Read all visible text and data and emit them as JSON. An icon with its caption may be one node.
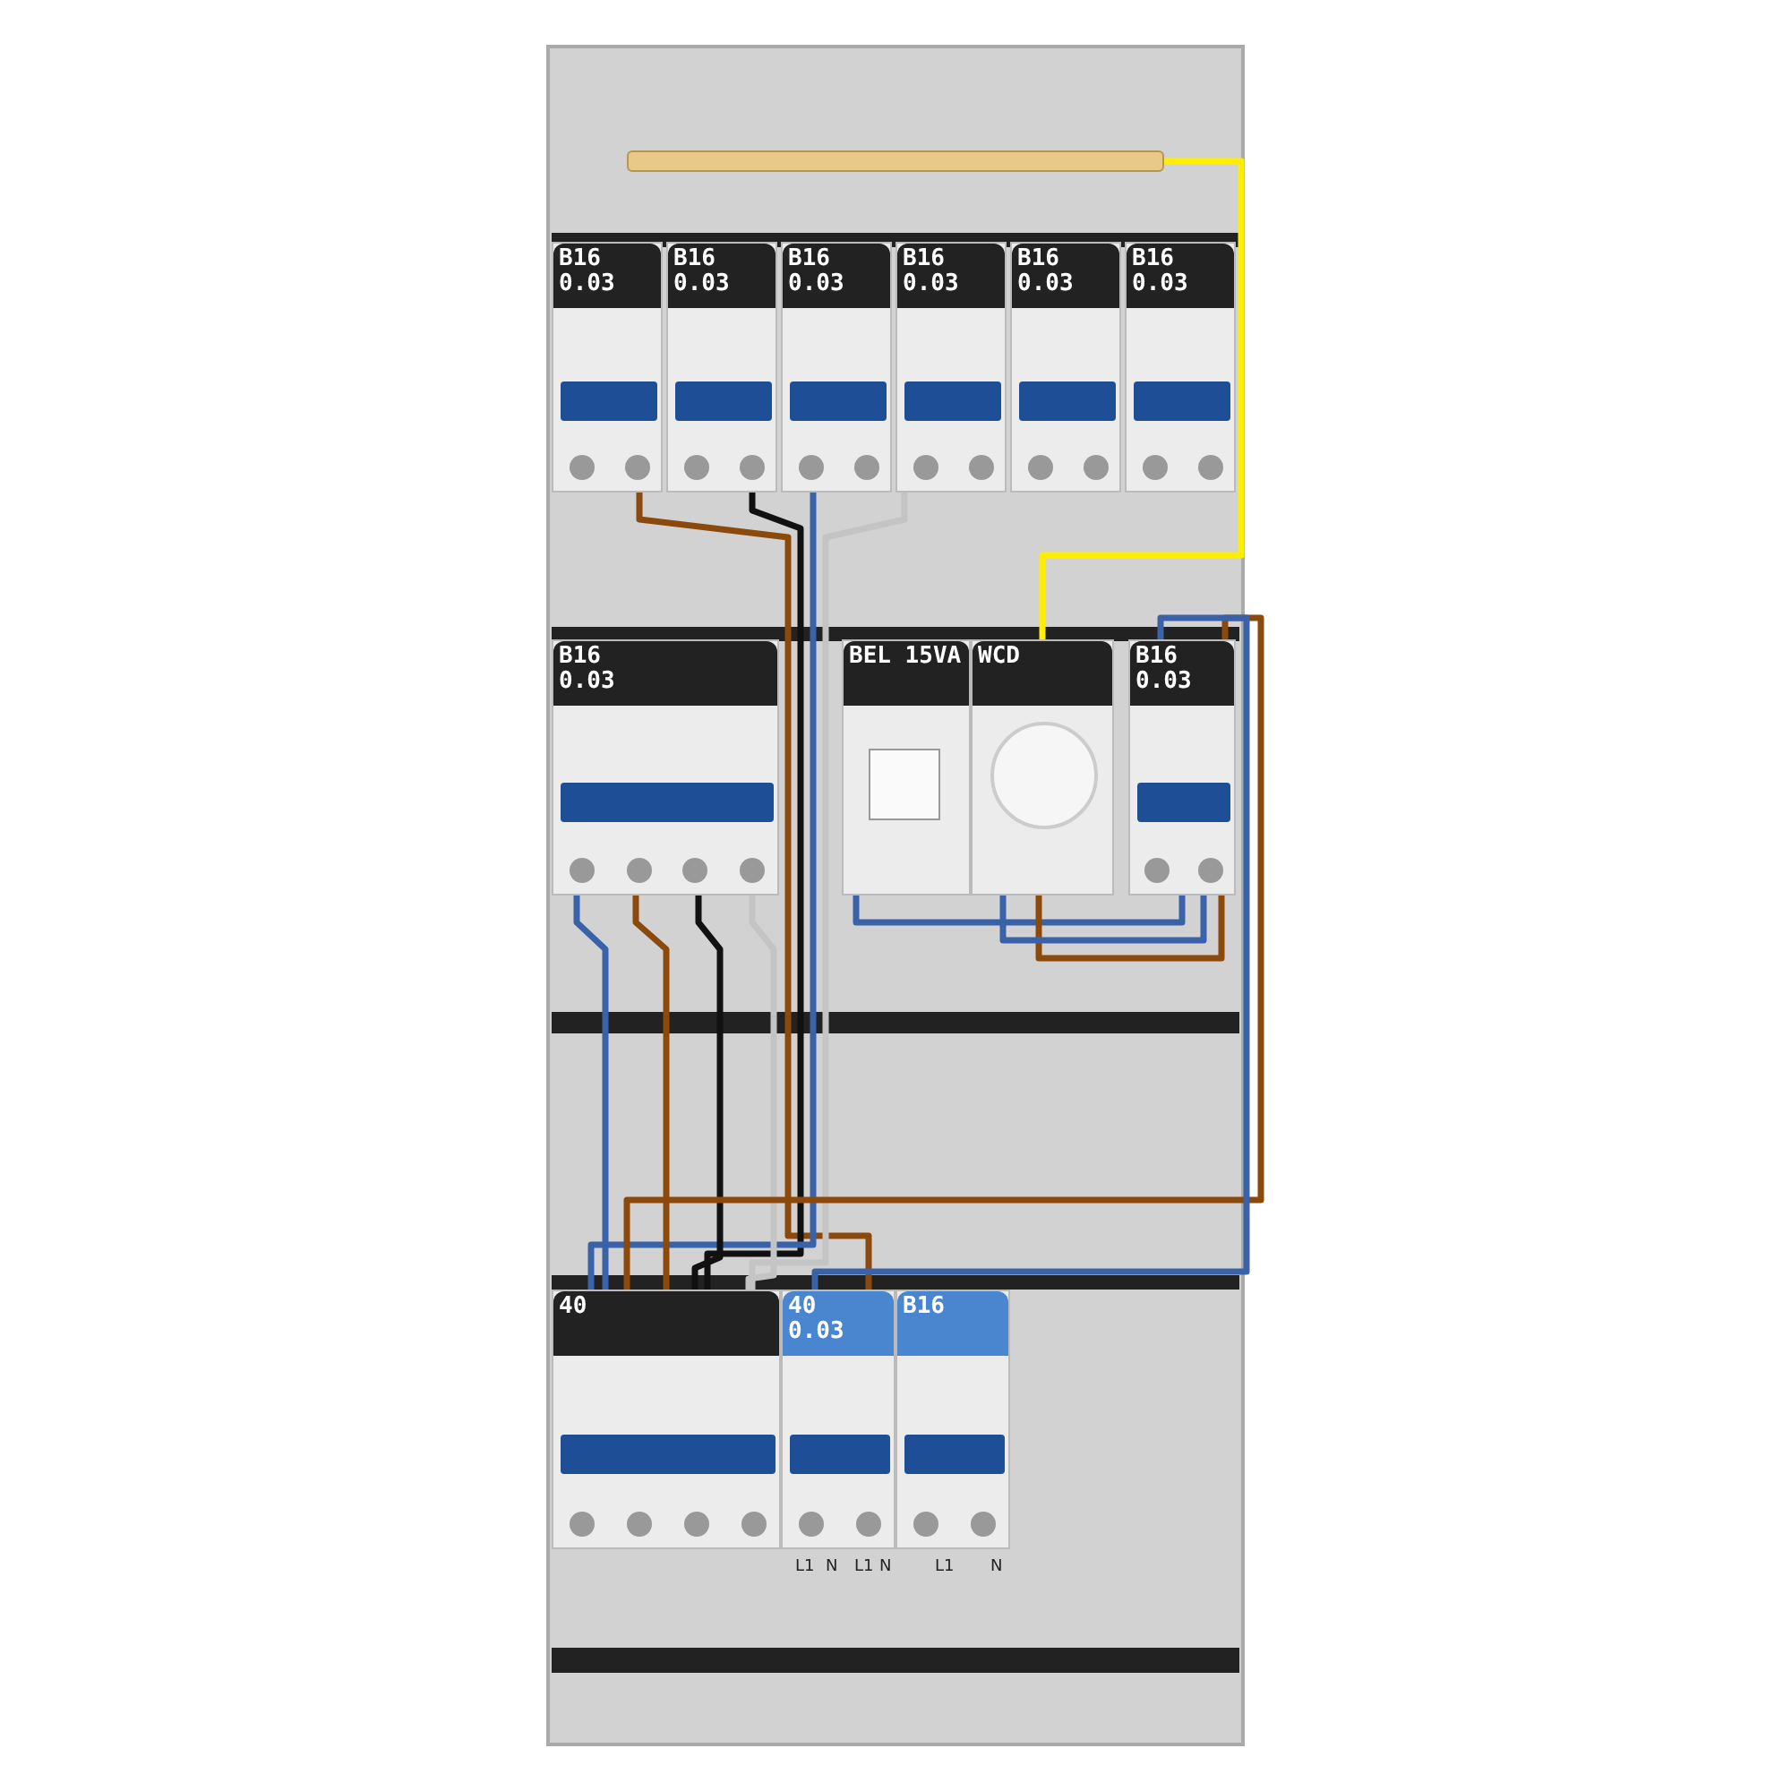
{
  "diagram": {
    "nodes": [
      {
        "text": [],
        "shape": "bar"
      },
      {
        "text": [
          "B16 0.03"
        ]
      },
      {
        "text": [
          "B16 0.03"
        ]
      },
      {
        "text": [
          "B16 0.03"
        ]
      },
      {
        "text": [
          "B16 0.03"
        ]
      },
      {
        "text": [
          "B16 0.03"
        ]
      },
      {
        "text": [
          "B16 0.03"
        ]
      },
      {
        "text": [
          "B16 0.03"
        ]
      },
      {
        "text": [
          "BEL 15VA"
        ]
      },
      {
        "text": [
          "WCD"
        ]
      },
      {
        "text": [
          "B16 0.03"
        ]
      },
      {
        "text": [
          "40"
        ]
      },
      {
        "text": [
          "40 0.03"
        ]
      },
      {
        "text": [
          "B16"
        ]
      }
    ],
    "edges": [
      {
        "from": 0,
        "to": 9,
        "arrow": "none",
        "color": "#ffee00"
      },
      {
        "from": 1,
        "to": 12,
        "arrow": "none",
        "color": "#8b4a0c"
      },
      {
        "from": 2,
        "to": 11,
        "arrow": "none",
        "color": "#111111"
      },
      {
        "from": 3,
        "to": 11,
        "arrow": "none",
        "color": "#3a62a8"
      },
      {
        "from": 4,
        "to": 11,
        "arrow": "none",
        "color": "#c4c4c4"
      },
      {
        "from": 7,
        "to": 11,
        "arrow": "none",
        "color": "#3a62a8"
      },
      {
        "from": 7,
        "to": 11,
        "arrow": "none",
        "color": "#8b4a0c"
      },
      {
        "from": 7,
        "to": 11,
        "arrow": "none",
        "color": "#111111"
      },
      {
        "from": 7,
        "to": 11,
        "arrow": "none",
        "color": "#c4c4c4"
      },
      {
        "from": 8,
        "to": 10,
        "arrow": "none",
        "color": "#3a62a8"
      },
      {
        "from": 9,
        "to": 10,
        "arrow": "none",
        "color": "#8b4a0c"
      },
      {
        "from": 9,
        "to": 10,
        "arrow": "none",
        "color": "#3a62a8"
      },
      {
        "from": 10,
        "to": 11,
        "arrow": "none",
        "color": "#8b4a0c"
      },
      {
        "from": 10,
        "to": 12,
        "arrow": "none",
        "color": "#3a62a8"
      }
    ],
    "labels": [
      "L1",
      "N",
      "L1",
      "N",
      "L1",
      "N"
    ]
  }
}
